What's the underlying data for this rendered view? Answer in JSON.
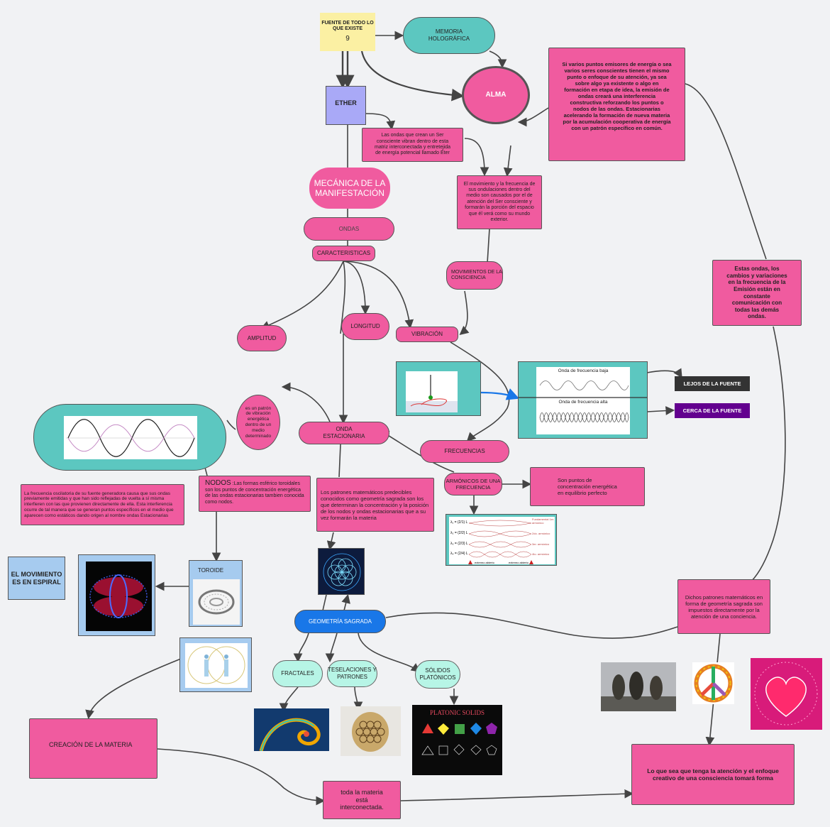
{
  "nodes": {
    "fuente_title": "FUENTE DE TODO LO QUE EXISTE",
    "fuente_num": "9",
    "memoria": "MEMORIA HOLOGRÁFICA",
    "alma": "ALMA",
    "ether": "ETHER",
    "ondas_ser": "Las ondas que crean un Ser consciente vibran dentro de esta matriz interconectada y entretejida de energía potencial llamado Éter",
    "varios_puntos": "Si varios puntos emisores de energía o sea varios seres conscientes tienen el mismo punto o enfoque de su atención, ya sea sobre algo ya existente o algo en formación en etapa de idea, la emisión de ondas creará una interferencia constructiva reforzando los puntos o nodos de las ondas. Estacionarias acelerando la formación de nueva materia por la acumulación cooperativa de energía con un patrón específico en común.",
    "mecanica": "MECÁNICA DE LA MANIFESTACIÓN",
    "movimiento_frecuencia": "El movimiento y la frecuencia de sus ondulaciones dentro del medio son causados por el de atención del Ser consciente y formarán la porción del espacio que él verá como su mundo exterior.",
    "ondas": "ONDAS",
    "caracteristicas": "CARACTERISTICAS",
    "movimientos_consciencia": "MOVIMIENTOS DE LA CONSCIENCIA",
    "estas_ondas": "Estas ondas, los cambios y variaciones en la frecuencia de la Emisión están en constante comunicación con todas las demás ondas.",
    "longitud": "LONGITUD",
    "amplitud": "AMPLITUD",
    "vibracion": "VIBRACIÓN",
    "onda_baja": "Onda de frecuencia baja",
    "onda_alta": "Onda de frecuencia alta",
    "lejos": "LEJOS DE LA FUENTE",
    "cerca": "CERCA DE LA FUENTE",
    "patron": "es un patrón de vibración energética dentro de un medio determinado",
    "onda_estacionaria": "ONDA ESTACIONARIA",
    "frecuencias": "FRECUENCIAS",
    "armonicos": "ARMÓNICOS DE UNA FRECUENCIA",
    "puntos_equilibrio": "Son puntos de concentración energética en equilibrio perfecto",
    "freq_oscilatoria": "La frecuencia oscilatoria de su fuente generadora causa que sus ondas previamente emitidas y que han sido reflejadas de vuelta a sí misma interfieren con las que provienen directamente de ella. Esta interferencia ocurre de tal manera que se generan puntos específicos en el medio que aparecen como estáticos dando origen al nombre ondas Estacionarias",
    "nodos_title": "NODOS",
    "nodos_text": ":Las formas esférico toroidales son los puntos de concentración energética de las ondas estacionarias tambien conocida como nodos.",
    "patrones_matematicos": "Los patrones matemáticos predecibles conocidos como geometría sagrada son los que determinan la concentración y la posición de los nodos y ondas estacionarias que a su vez formarán la materia",
    "movimiento_espiral": "EL MOVIMIENTO ES EN ESPIRAL",
    "toroide": "TOROIDE",
    "geometria": "GEOMETRÍA SAGRADA",
    "dichos_patrones": "Dichos patrones matemáticos en forma de geometría sagrada son impuestos directamente por la atención de una conciencia.",
    "fractales": "FRACTALES",
    "teselaciones": "TESELACIONES Y PATRONES",
    "solidos": "SÓLIDOS PLATÓNICOS",
    "creacion": "CREACIÓN DE LA MATERIA",
    "interconectada": "toda la materia está interconectada.",
    "lo_que_sea": "Lo que sea que tenga la atención y el enfoque creativo de una consciencia tomará forma",
    "platonic_title": "PLATONIC SOLIDS"
  },
  "harmonics": {
    "labels": [
      "λ₁ = (2/1) L",
      "λ₂ = (2/2) L",
      "λ₃ = (2/3) L",
      "λ₄ = (2/4) L"
    ],
    "right_labels": [
      "Fundamental 1er. armónico",
      "2do. armónico",
      "3er. armónico",
      "4to. armónico"
    ],
    "bottom_left": "extremo abierto",
    "bottom_right": "extremo abierto"
  },
  "colors": {
    "pink": "#f05b9f",
    "teal": "#5cc7c0",
    "lavender": "#a9a9f7",
    "yellow": "#fbf0a3",
    "blue": "#1977e8",
    "mint": "#b7f5e6",
    "lightblue": "#a6cbef",
    "dark": "#333333",
    "purple": "#63008f"
  },
  "icons": {
    "peace": "peace-icon",
    "heart": "heart-icon"
  }
}
